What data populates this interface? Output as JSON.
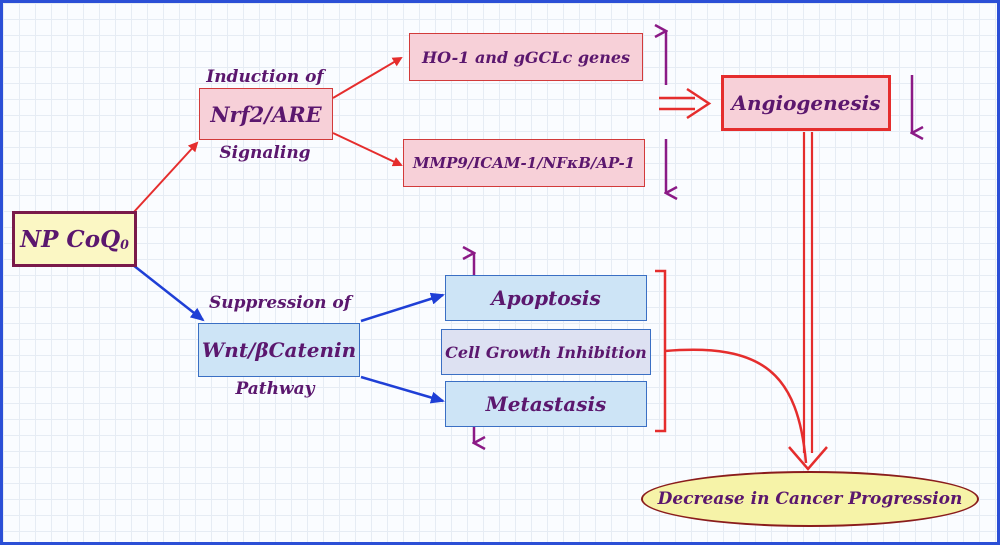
{
  "source": {
    "text": "NP CoQ",
    "subscript": "0"
  },
  "upper_branch": {
    "label_top": "Induction of",
    "node": "Nrf2/ARE",
    "label_bottom": "Signaling",
    "targets": [
      "HO-1 and gGCLc genes",
      "MMP9/ICAM-1/NFκB/AP-1"
    ],
    "outcome": "Angiogenesis"
  },
  "lower_branch": {
    "label_top": "Suppression of",
    "node": "Wnt/βCatenin",
    "label_bottom": "Pathway",
    "targets": [
      "Apoptosis",
      "Cell Growth Inhibition",
      "Metastasis"
    ]
  },
  "final_outcome": "Decrease in Cancer Progression",
  "colors": {
    "red_arrow": "#e52d2d",
    "blue_arrow": "#1f3fd6",
    "purple_indicator": "#8b1a86",
    "text": "#5b176e",
    "pink_box": "#f7d0d8",
    "blue_box": "#cde4f6",
    "source_box": "#fbf7c4",
    "final_ellipse": "#f6f3a8"
  }
}
